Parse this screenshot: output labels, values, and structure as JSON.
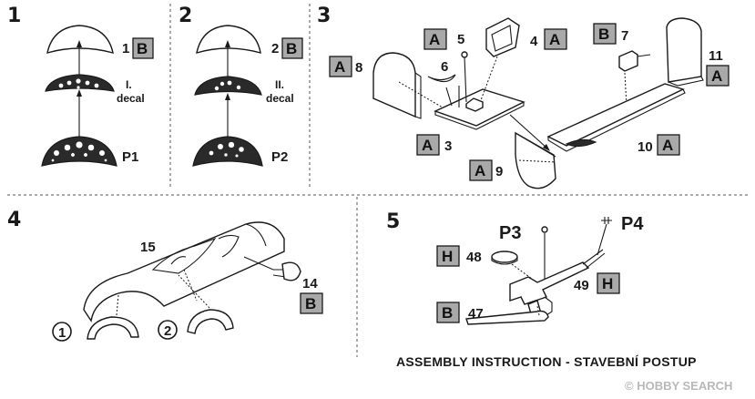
{
  "steps": {
    "s1": {
      "number": "1",
      "part_number": "1",
      "part_ref": "B",
      "decal_line1": "I.",
      "decal_line2": "decal",
      "panel": "P1"
    },
    "s2": {
      "number": "2",
      "part_number": "2",
      "part_ref": "B",
      "decal_line1": "II.",
      "decal_line2": "decal",
      "panel": "P2"
    },
    "s3": {
      "number": "3",
      "callouts": [
        {
          "part_number": "8",
          "part_ref": "A"
        },
        {
          "part_number": "6",
          "part_ref": ""
        },
        {
          "part_number": "5",
          "part_ref": "A"
        },
        {
          "part_number": "4",
          "part_ref": "A"
        },
        {
          "part_number": "7",
          "part_ref": "B"
        },
        {
          "part_number": "11",
          "part_ref": "A"
        },
        {
          "part_number": "3",
          "part_ref": "A"
        },
        {
          "part_number": "9",
          "part_ref": "A"
        },
        {
          "part_number": "10",
          "part_ref": "A"
        }
      ]
    },
    "s4": {
      "number": "4",
      "part_15": "15",
      "part_14": "14",
      "part_14_ref": "B",
      "sub1": "1",
      "sub2": "2"
    },
    "s5": {
      "number": "5",
      "p3": "P3",
      "p4": "P4",
      "part_48": "48",
      "part_48_ref": "H",
      "part_49": "49",
      "part_49_ref": "H",
      "part_47": "47",
      "part_47_ref": "B"
    }
  },
  "footer": {
    "title": "ASSEMBLY INSTRUCTION - STAVEBNÍ POSTUP"
  },
  "watermark": {
    "text": "© HOBBY SEARCH"
  }
}
